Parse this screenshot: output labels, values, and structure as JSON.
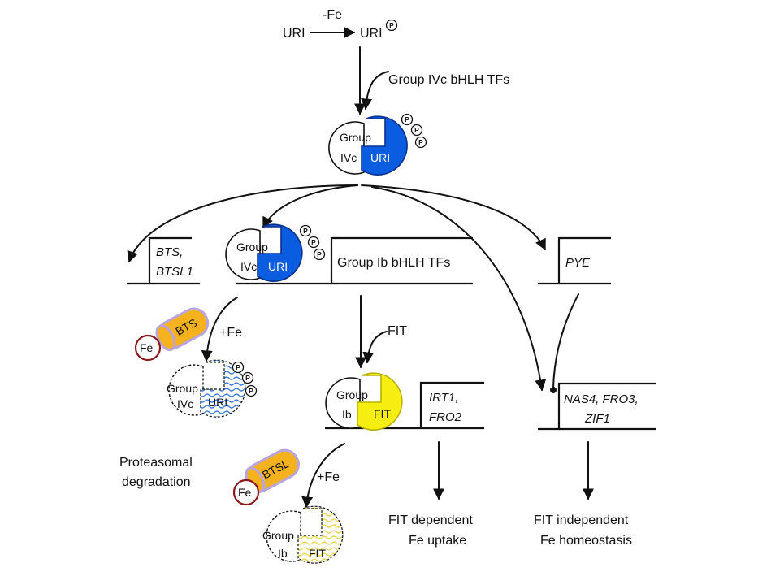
{
  "colors": {
    "uri_blue": "#0a5ce0",
    "uri_blue_edge": "#0b2f8a",
    "fit_yellow": "#f6ee10",
    "fit_edge": "#b9b000",
    "bts_orange": "#f5b21c",
    "bts_border": "#b9a4e0",
    "fe_ring": "#8a1a1a",
    "degraded_uri": "#3a78d6",
    "degraded_fit": "#e7d64a"
  },
  "top": {
    "uri": "URI",
    "fe_minus": "-Fe",
    "uri_p": "URI",
    "p": "P",
    "group_ivc_tfs": "Group IVc bHLH TFs"
  },
  "complex_ivc": {
    "line1": "Group",
    "line2": "IVc",
    "uri": "URI"
  },
  "genes": {
    "bts_line1": "BTS,",
    "bts_line2": "BTSL1",
    "group_ib_tfs": "Group Ib bHLH TFs",
    "pye": "PYE",
    "irt_line1": "IRT1,",
    "irt_line2": "FRO2",
    "nas_line1": "NAS4, FRO3,",
    "nas_line2": "ZIF1"
  },
  "fit_label": "FIT",
  "complex_ib": {
    "line1": "Group",
    "line2": "Ib",
    "fit": "FIT"
  },
  "bts_protein": {
    "name": "BTS",
    "fe": "Fe",
    "fe_plus": "+Fe"
  },
  "btsl_protein": {
    "name": "BTSL",
    "fe": "Fe",
    "fe_plus": "+Fe"
  },
  "degraded_ivc": {
    "line1": "Group",
    "line2": "IVc",
    "uri": "URI"
  },
  "degraded_ib": {
    "line1": "Group",
    "line2": "Ib",
    "fit": "FIT"
  },
  "proteasomal": {
    "line1": "Proteasomal",
    "line2": "degradation"
  },
  "outputs": {
    "fit_dep_line1": "FIT dependent",
    "fit_dep_line2": "Fe uptake",
    "fit_indep_line1": "FIT independent",
    "fit_indep_line2": "Fe homeostasis"
  }
}
